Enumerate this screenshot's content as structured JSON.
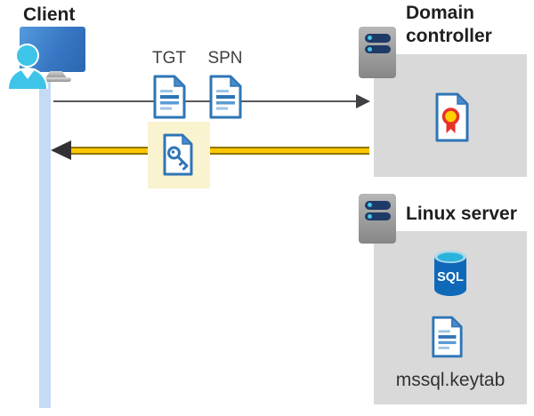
{
  "client": {
    "label": "Client",
    "icon": "user-workstation-icon",
    "timeline_color": "#c5daf3"
  },
  "request_flow": {
    "tgt_label": "TGT",
    "spn_label": "SPN",
    "arrow": "client-to-domain-controller",
    "arrow_color": "#595959",
    "ticket_icons": [
      "tgt-document-icon",
      "spn-document-icon"
    ]
  },
  "response_flow": {
    "arrow": "domain-controller-to-client",
    "arrow_color": "#ffc700",
    "highlight_color": "#faf3cf",
    "icon": "key-document-icon"
  },
  "domain_controller": {
    "label": "Domain controller",
    "icon": "server-icon",
    "box_color": "#d9d9d9",
    "contents": [
      "certificate-icon"
    ]
  },
  "linux_server": {
    "label": "Linux server",
    "icon": "server-icon",
    "box_color": "#d9d9d9",
    "sql_badge": "SQL",
    "keytab_label": "mssql.keytab",
    "contents": [
      "sql-database-icon",
      "keytab-document-icon"
    ]
  },
  "palette": {
    "doc_border_blue": "#2e75b6",
    "doc_fold_blue": "#4a8ac9",
    "doc_line_light": "#9dc3e6",
    "box_gray": "#d9d9d9",
    "server_bar_navy": "#1e3a66",
    "server_dot_cyan": "#45c6ea",
    "sql_body_blue": "#1068b8",
    "sql_top_cyan": "#2ab3da",
    "cert_seal_yellow": "#ffd100",
    "cert_seal_red": "#e8312a",
    "person_cyan": "#3ec4e8"
  }
}
